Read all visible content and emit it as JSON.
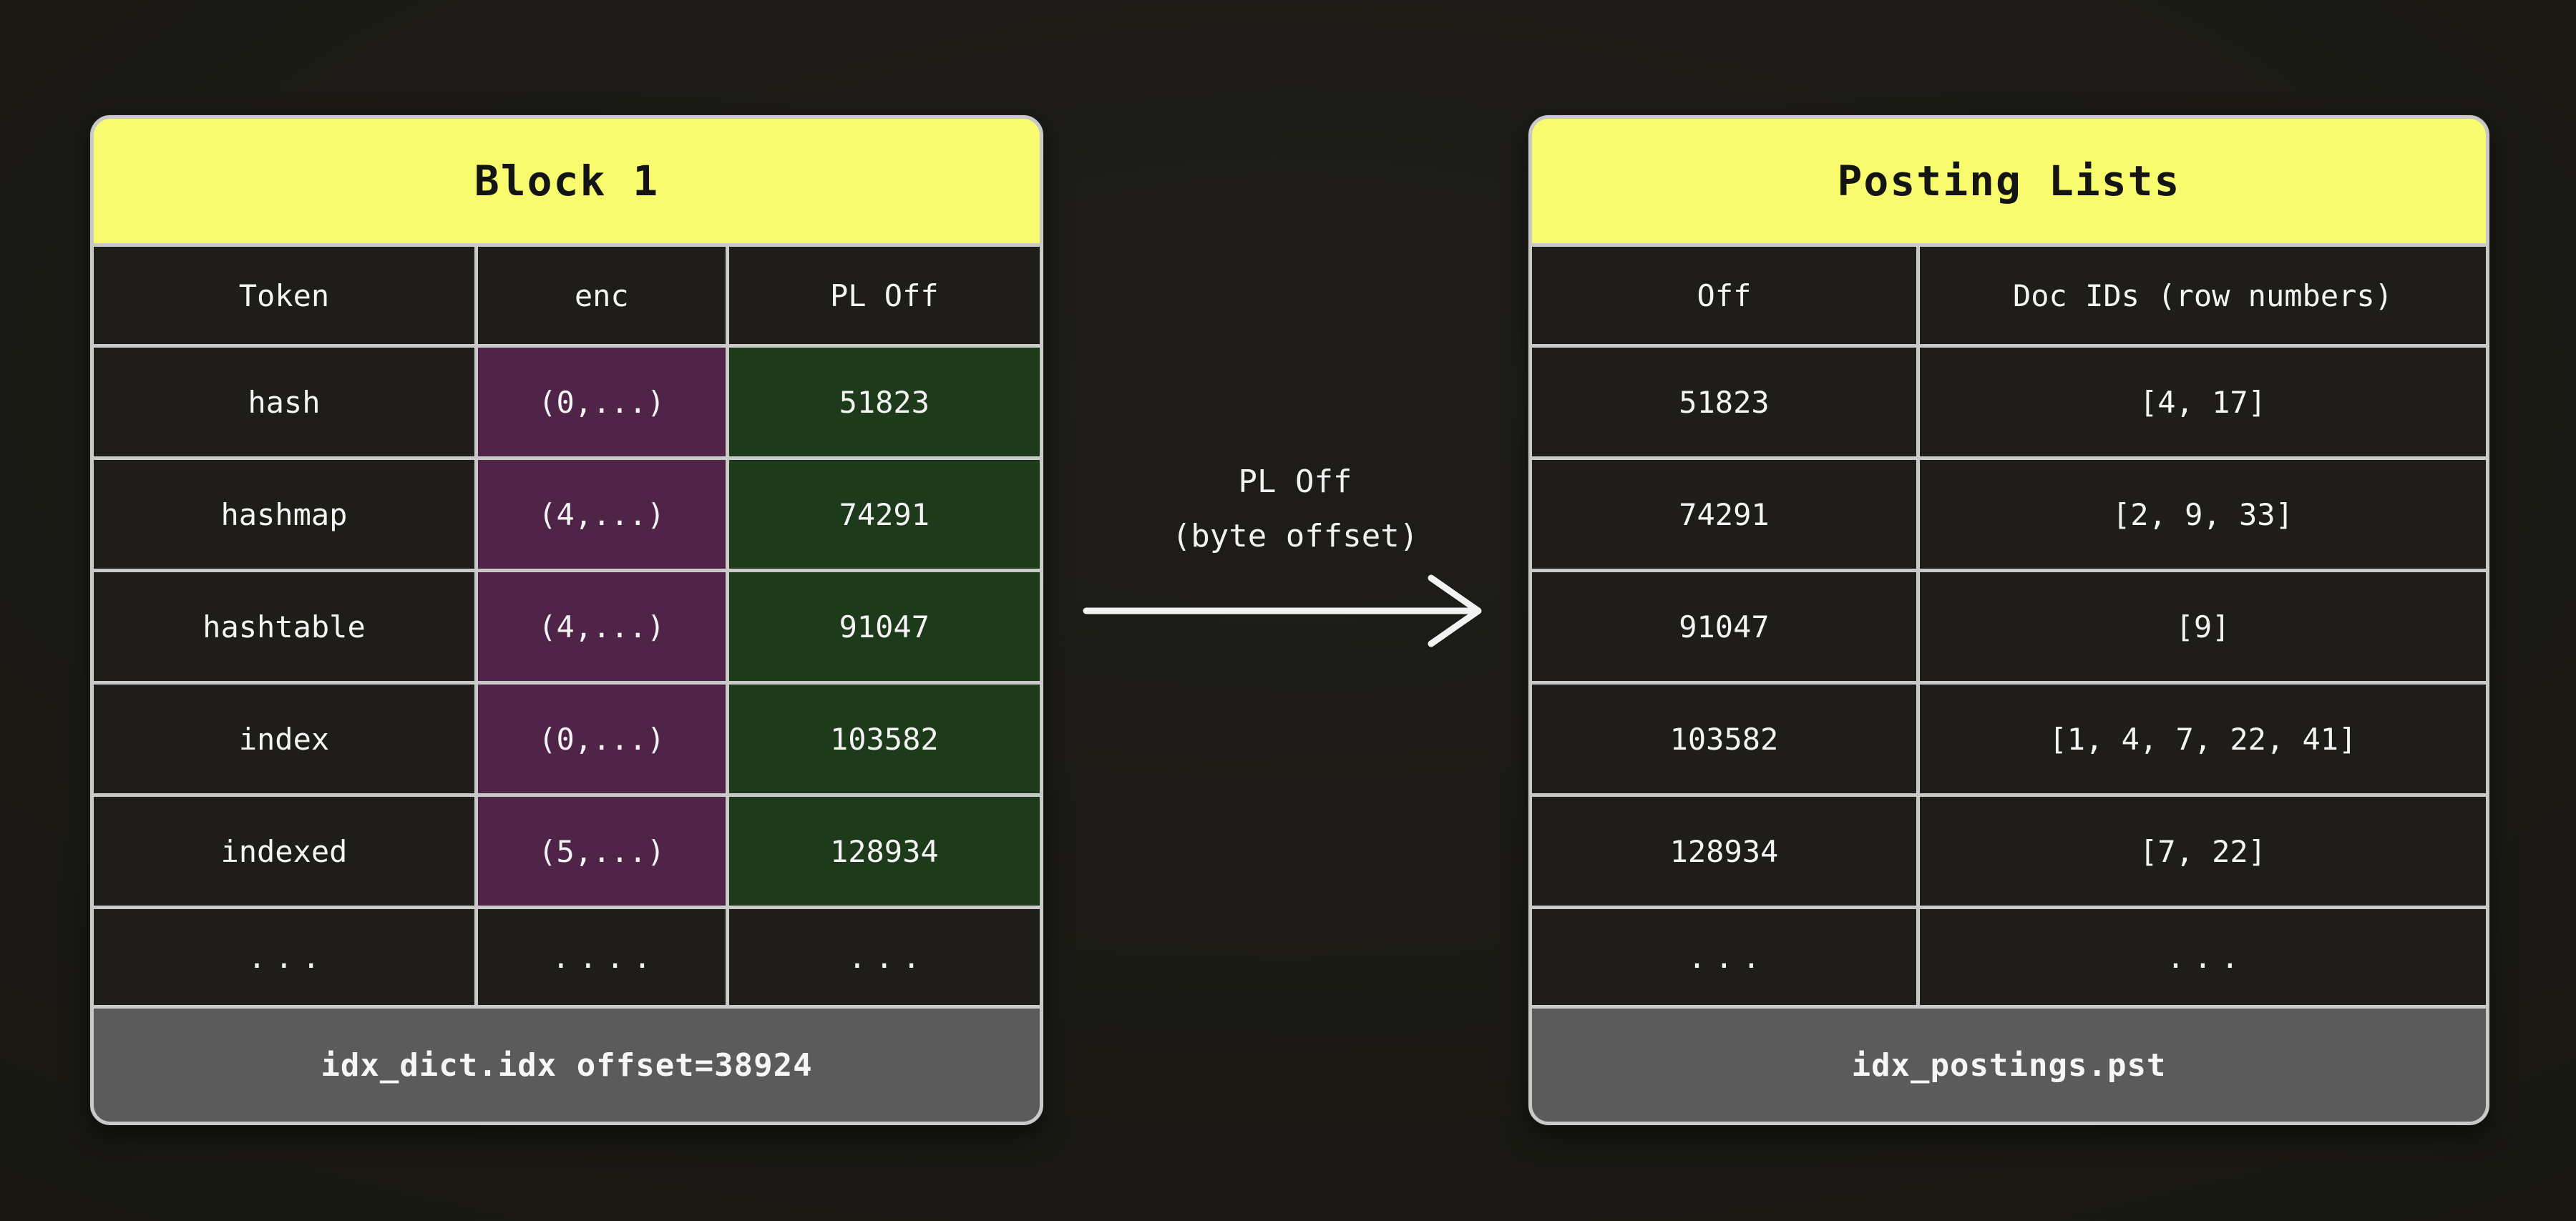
{
  "left_table": {
    "title": "Block 1",
    "columns": [
      "Token",
      "enc",
      "PL Off"
    ],
    "rows": [
      [
        "hash",
        "(0,...)",
        "51823"
      ],
      [
        "hashmap",
        "(4,...)",
        "74291"
      ],
      [
        "hashtable",
        "(4,...)",
        "91047"
      ],
      [
        "index",
        "(0,...)",
        "103582"
      ],
      [
        "indexed",
        "(5,...)",
        "128934"
      ],
      [
        "...",
        "....",
        "..."
      ]
    ],
    "footer": "idx_dict.idx offset=38924"
  },
  "right_table": {
    "title": "Posting Lists",
    "columns": [
      "Off",
      "Doc IDs (row numbers)"
    ],
    "rows": [
      [
        "51823",
        "[4, 17]"
      ],
      [
        "74291",
        "[2, 9, 33]"
      ],
      [
        "91047",
        "[9]"
      ],
      [
        "103582",
        "[1, 4, 7, 22, 41]"
      ],
      [
        "128934",
        "[7, 22]"
      ],
      [
        "...",
        "..."
      ]
    ],
    "footer": "idx_postings.pst"
  },
  "arrow": {
    "label_line1": "PL Off",
    "label_line2": "(byte offset)"
  },
  "colors": {
    "background": "#181712",
    "card_border": "#c9c9c9",
    "header_yellow": "#f9fb6f",
    "cell_dark": "#1e1d1a",
    "enc_purple": "#502349",
    "pl_off_green": "#1d3a1a",
    "footer_gray": "#5c5b5b",
    "text_light": "#f4f4f4",
    "title_text": "#141414"
  }
}
